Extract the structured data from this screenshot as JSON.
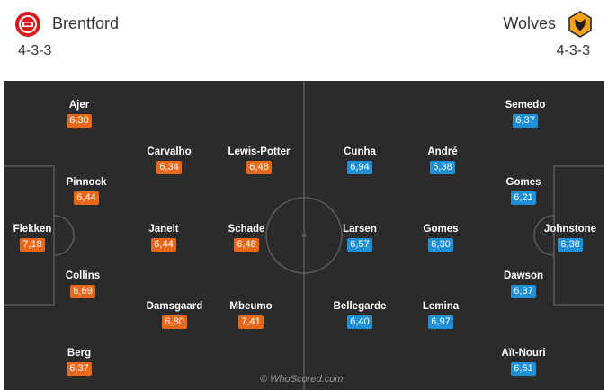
{
  "home": {
    "name": "Brentford",
    "formation": "4-3-3",
    "players": [
      {
        "name": "Ajer",
        "rating": "6,30"
      },
      {
        "name": "Pinnock",
        "rating": "6,44"
      },
      {
        "name": "Collins",
        "rating": "6,69"
      },
      {
        "name": "Berg",
        "rating": "6,37"
      },
      {
        "name": "Carvalho",
        "rating": "6,34"
      },
      {
        "name": "Janelt",
        "rating": "6,44"
      },
      {
        "name": "Damsgaard",
        "rating": "6,80"
      },
      {
        "name": "Lewis-Potter",
        "rating": "6,48"
      },
      {
        "name": "Schade",
        "rating": "6,48"
      },
      {
        "name": "Mbeumo",
        "rating": "7,41"
      },
      {
        "name": "Flekken",
        "rating": "7,18"
      }
    ]
  },
  "away": {
    "name": "Wolves",
    "formation": "4-3-3",
    "players": [
      {
        "name": "Cunha",
        "rating": "6,94"
      },
      {
        "name": "Larsen",
        "rating": "6,57"
      },
      {
        "name": "Bellegarde",
        "rating": "6,40"
      },
      {
        "name": "André",
        "rating": "6,38"
      },
      {
        "name": "Gomes",
        "rating": "6,30"
      },
      {
        "name": "Lemina",
        "rating": "6,97"
      },
      {
        "name": "Semedo",
        "rating": "6,37"
      },
      {
        "name": "Gomes",
        "rating": "6,21"
      },
      {
        "name": "Dawson",
        "rating": "6,37"
      },
      {
        "name": "Aït-Nouri",
        "rating": "6,51"
      },
      {
        "name": "Johnstone",
        "rating": "6,38"
      }
    ]
  },
  "colors": {
    "home_rating": "#e8681b",
    "away_rating": "#1f8fd6",
    "pitch": "#2b2b2b",
    "lines": "#5a5a5a"
  },
  "icons": {
    "home_crest": "brentford-crest-icon",
    "away_crest": "wolves-crest-icon"
  },
  "watermark": "© WhoScored.com"
}
